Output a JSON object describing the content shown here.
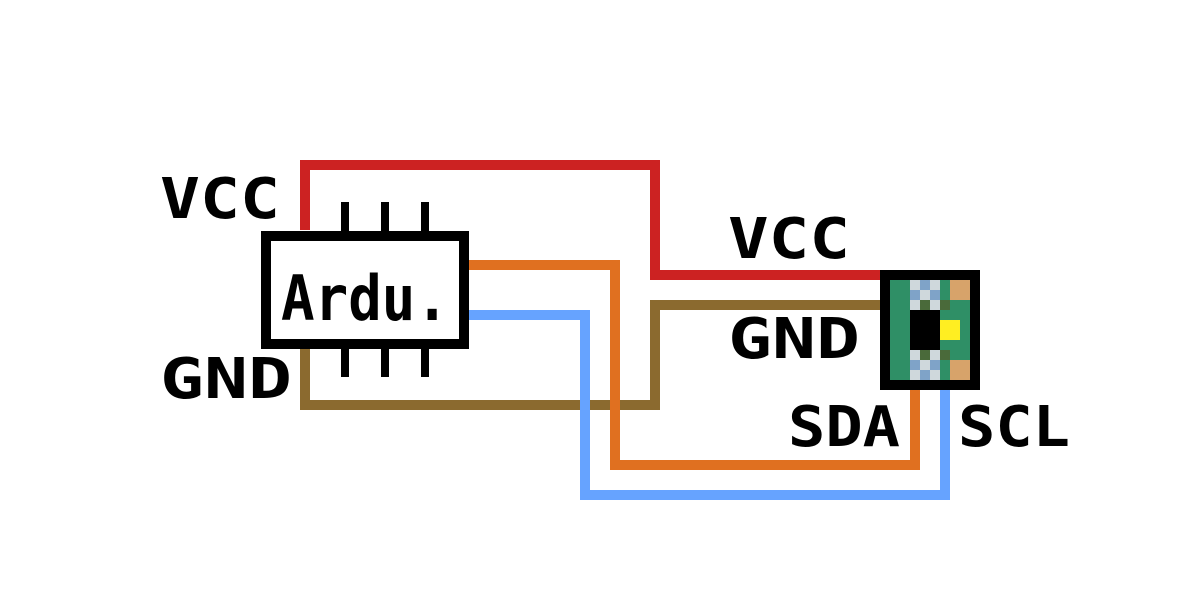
{
  "arduino": {
    "label": "Ardu."
  },
  "labels": {
    "arduino_vcc": "VCC",
    "arduino_gnd": "GND",
    "sensor_vcc": "VCC",
    "sensor_gnd": "GND",
    "sensor_sda": "SDA",
    "sensor_scl": "SCL"
  },
  "colors": {
    "vcc_wire": "#cc2222",
    "gnd_wire": "#8b6a2f",
    "sda_wire": "#e07020",
    "scl_wire": "#66a3ff",
    "sensor_board": "#2f8f66",
    "sensor_pad": "#d7a36a",
    "sensor_led": "#ffee22"
  }
}
